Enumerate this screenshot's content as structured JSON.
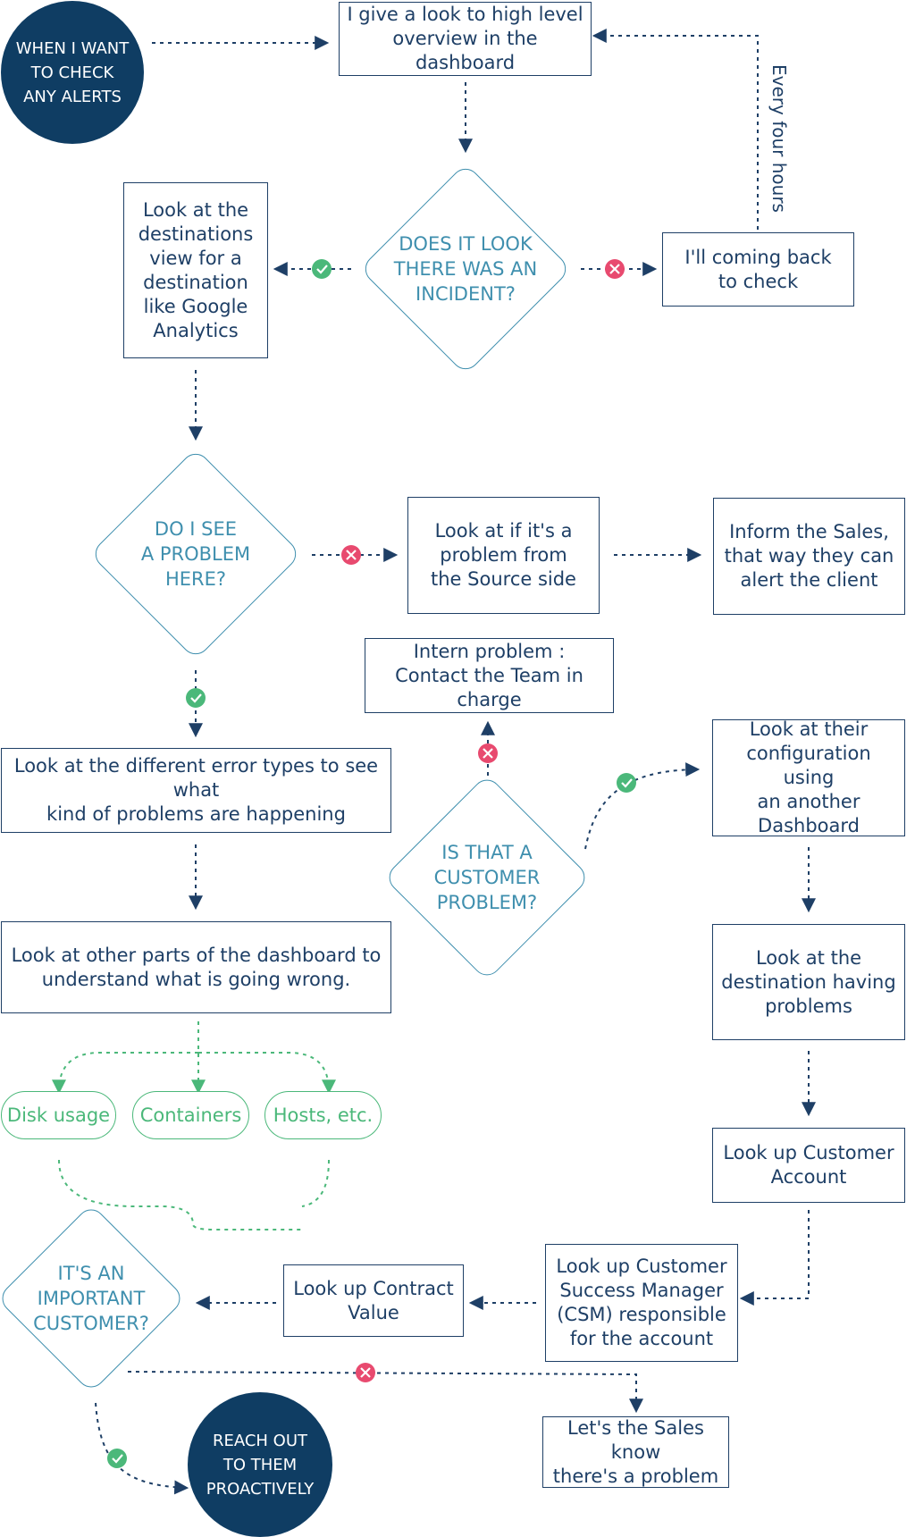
{
  "start": {
    "label": "WHEN I WANT\nTO CHECK\nANY ALERTS"
  },
  "end": {
    "label": "REACH OUT\nTO THEM\nPROACTIVELY"
  },
  "boxes": {
    "overview": "I give a look to high level\noverview in the dashboard",
    "coming_back": "I'll coming back\nto check",
    "destinations_view": "Look at the\ndestinations\nview for a\ndestination\nlike Google\nAnalytics",
    "source_side": "Look at if it's a\nproblem from\nthe Source side",
    "inform_sales": "Inform the Sales,\nthat way they can\nalert the client",
    "intern_problem": "Intern problem :\nContact the Team in charge",
    "error_types": "Look at the different error types to see what\nkind of problems are happening",
    "other_parts": "Look at other parts of the dashboard to\nunderstand what is going wrong.",
    "configuration": "Look at their\nconfiguration using\nan another\nDashboard",
    "destination_problems": "Look at the\ndestination having\nproblems",
    "customer_account": "Look up Customer\nAccount",
    "csm": "Look up Customer\nSuccess Manager\n(CSM) responsible\nfor the account",
    "contract_value": "Look up Contract\nValue",
    "let_sales_know": "Let's the Sales know\nthere's a problem"
  },
  "decisions": {
    "incident": "DOES IT LOOK\nTHERE WAS AN\nINCIDENT?",
    "see_problem": "DO I SEE\nA PROBLEM\nHERE?",
    "customer_problem": "IS THAT A\nCUSTOMER\nPROBLEM?",
    "important_customer": "IT'S AN\nIMPORTANT\nCUSTOMER?"
  },
  "pills": {
    "disk": "Disk usage",
    "containers": "Containers",
    "hosts": "Hosts, etc."
  },
  "side_label": "Every four hours",
  "colors": {
    "navy": "#0f3d63",
    "stroke": "#1e3f66",
    "teal": "#3f8fae",
    "green": "#4bb87a",
    "red": "#e84a6f"
  }
}
